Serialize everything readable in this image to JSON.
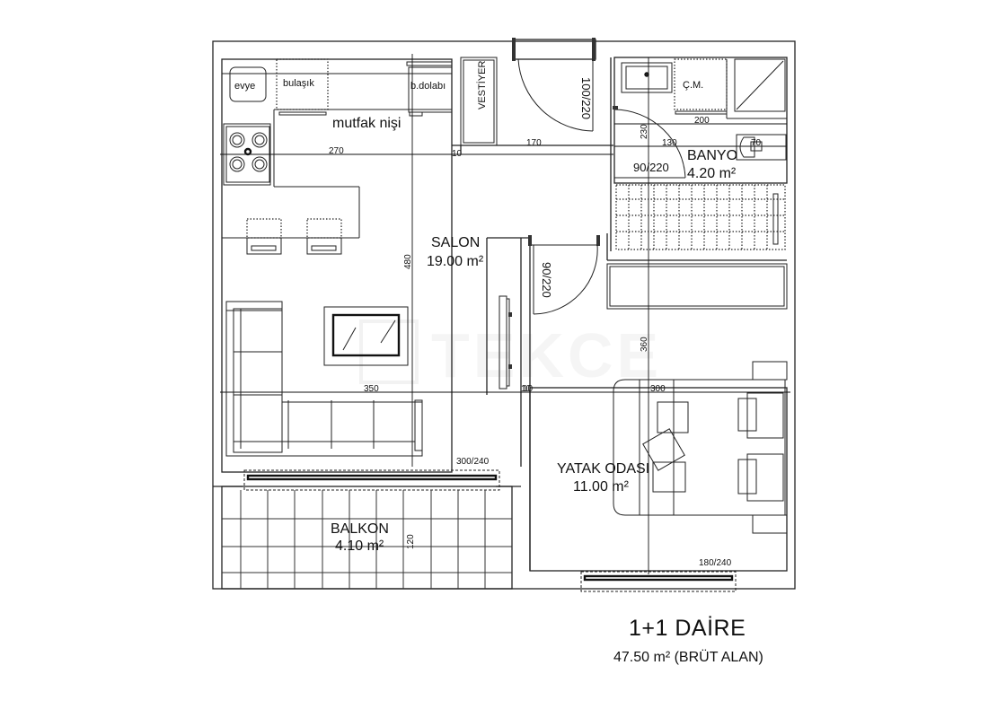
{
  "plan": {
    "title": "1+1 DAİRE",
    "subtitle": "47.50 m² (BRÜT ALAN)",
    "watermark": "TEKCE"
  },
  "rooms": {
    "salon": {
      "name": "SALON",
      "area": "19.00 m²"
    },
    "banyo": {
      "name": "BANYO",
      "area": "4.20 m²"
    },
    "yatak_odasi": {
      "name": "YATAK ODASI",
      "area": "11.00 m²"
    },
    "balkon": {
      "name": "BALKON",
      "area": "4.10 m²"
    }
  },
  "fixtures": {
    "sink": "evye",
    "dishwasher": "bulaşık",
    "fridge": "b.dolabı",
    "kitchen_niche": "mutfak nişi",
    "wardrobe": "VESTİYER",
    "washing_machine": "Ç.M."
  },
  "doors": {
    "entrance": "100/220",
    "bathroom": "90/220",
    "bedroom": "90/220",
    "salon_window": "300/240",
    "bedroom_window": "180/240"
  },
  "dimensions": {
    "kitchen_width": "270",
    "wall_1": "10",
    "entry_width": "170",
    "bath_height": "230",
    "bath_width": "130",
    "bath_counter": "200",
    "bath_small": "70",
    "salon_height": "480",
    "salon_width": "350",
    "wall_2": "10",
    "bedroom_width": "300",
    "bedroom_height": "360",
    "wall_3": "10",
    "balcony_depth": "120"
  },
  "colors": {
    "line": "#222222",
    "background": "#ffffff",
    "text": "#111111"
  }
}
